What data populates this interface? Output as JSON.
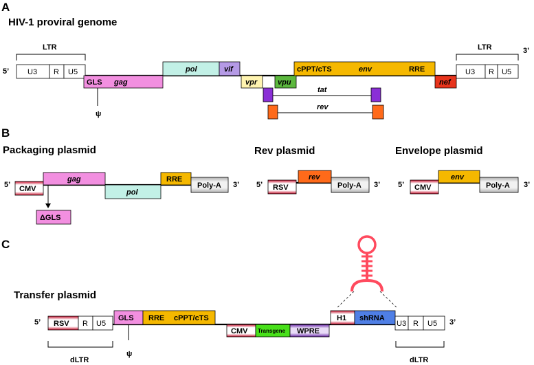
{
  "panels": {
    "a": "A",
    "b": "B",
    "c": "C"
  },
  "titles": {
    "hiv": "HIV-1 proviral genome",
    "packaging": "Packaging plasmid",
    "rev": "Rev plasmid",
    "envelope": "Envelope plasmid",
    "transfer": "Transfer plasmid"
  },
  "ends": {
    "five": "5’",
    "three": "3’"
  },
  "hiv": {
    "ltr": "LTR",
    "u3": "U3",
    "r": "R",
    "u5": "U5",
    "gls": "GLS",
    "gag": "gag",
    "psi": "ψ",
    "pol": "pol",
    "vif": "vif",
    "vpr": "vpr",
    "vpu": "vpu",
    "cppt": "cPPT/cTS",
    "env": "env",
    "rre": "RRE",
    "nef": "nef",
    "tat": "tat",
    "rev": "rev"
  },
  "packaging": {
    "cmv": "CMV",
    "gag": "gag",
    "pol": "pol",
    "rre": "RRE",
    "polya": "Poly-A",
    "dgls": "ΔGLS"
  },
  "rev_plasmid": {
    "rsv": "RSV",
    "rev": "rev",
    "polya": "Poly-A"
  },
  "envelope_plasmid": {
    "cmv": "CMV",
    "env": "env",
    "polya": "Poly-A"
  },
  "transfer": {
    "rsv": "RSV",
    "r": "R",
    "u5": "U5",
    "gls": "GLS",
    "rre": "RRE",
    "cppt": "cPPT/cTS",
    "cmv": "CMV",
    "transgene": "Transgene",
    "wpre": "WPRE",
    "h1": "H1",
    "shrna": "shRNA",
    "u3": "U3",
    "r2": "R",
    "u5b": "U5",
    "psi": "ψ",
    "dltr_left": "dLTR",
    "dltr_right": "dLTR"
  },
  "colors": {
    "pink": "#f28fe0",
    "teal": "#c2f0e6",
    "lavender": "#b59ae6",
    "yellow_light": "#fff4b0",
    "green": "#5cb83e",
    "orange_gold": "#f5b800",
    "red": "#e8341c",
    "purple": "#8a2fd6",
    "orange": "#ff6a1a",
    "grey": "#e6e6e6",
    "blue": "#4f7fe6",
    "transgene_green": "#48e01a",
    "stemloop": "#ff4a5e"
  }
}
